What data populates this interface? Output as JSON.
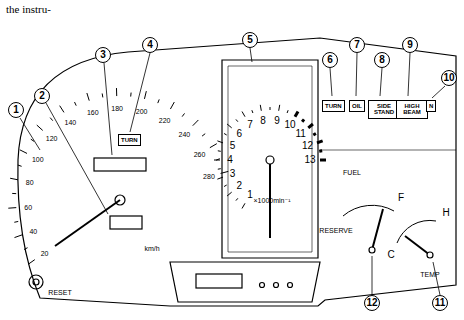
{
  "diagram": {
    "nodes": [
      {
        "text": [
          "TURN"
        ]
      },
      {
        "text": [
          "TURN"
        ]
      },
      {
        "text": [
          "OIL"
        ]
      },
      {
        "text": [
          "SIDE STAND"
        ]
      },
      {
        "text": [
          "HIGH BEAM"
        ]
      },
      {
        "text": [
          "N"
        ]
      }
    ],
    "labels": [
      "the instru-",
      "1",
      "2",
      "3",
      "4",
      "5",
      "6",
      "7",
      "8",
      "9",
      "10",
      "11",
      "12",
      "20",
      "40",
      "60",
      "80",
      "100",
      "120",
      "140",
      "160",
      "180",
      "200",
      "220",
      "240",
      "260",
      "280",
      "km/h",
      "RESET",
      "1",
      "2",
      "3",
      "4",
      "5",
      "6",
      "7",
      "8",
      "9",
      "10",
      "11",
      "12",
      "13",
      "×1000min⁻¹",
      "FUEL",
      "F",
      "RESERVE",
      "H",
      "C",
      "TEMP"
    ]
  }
}
